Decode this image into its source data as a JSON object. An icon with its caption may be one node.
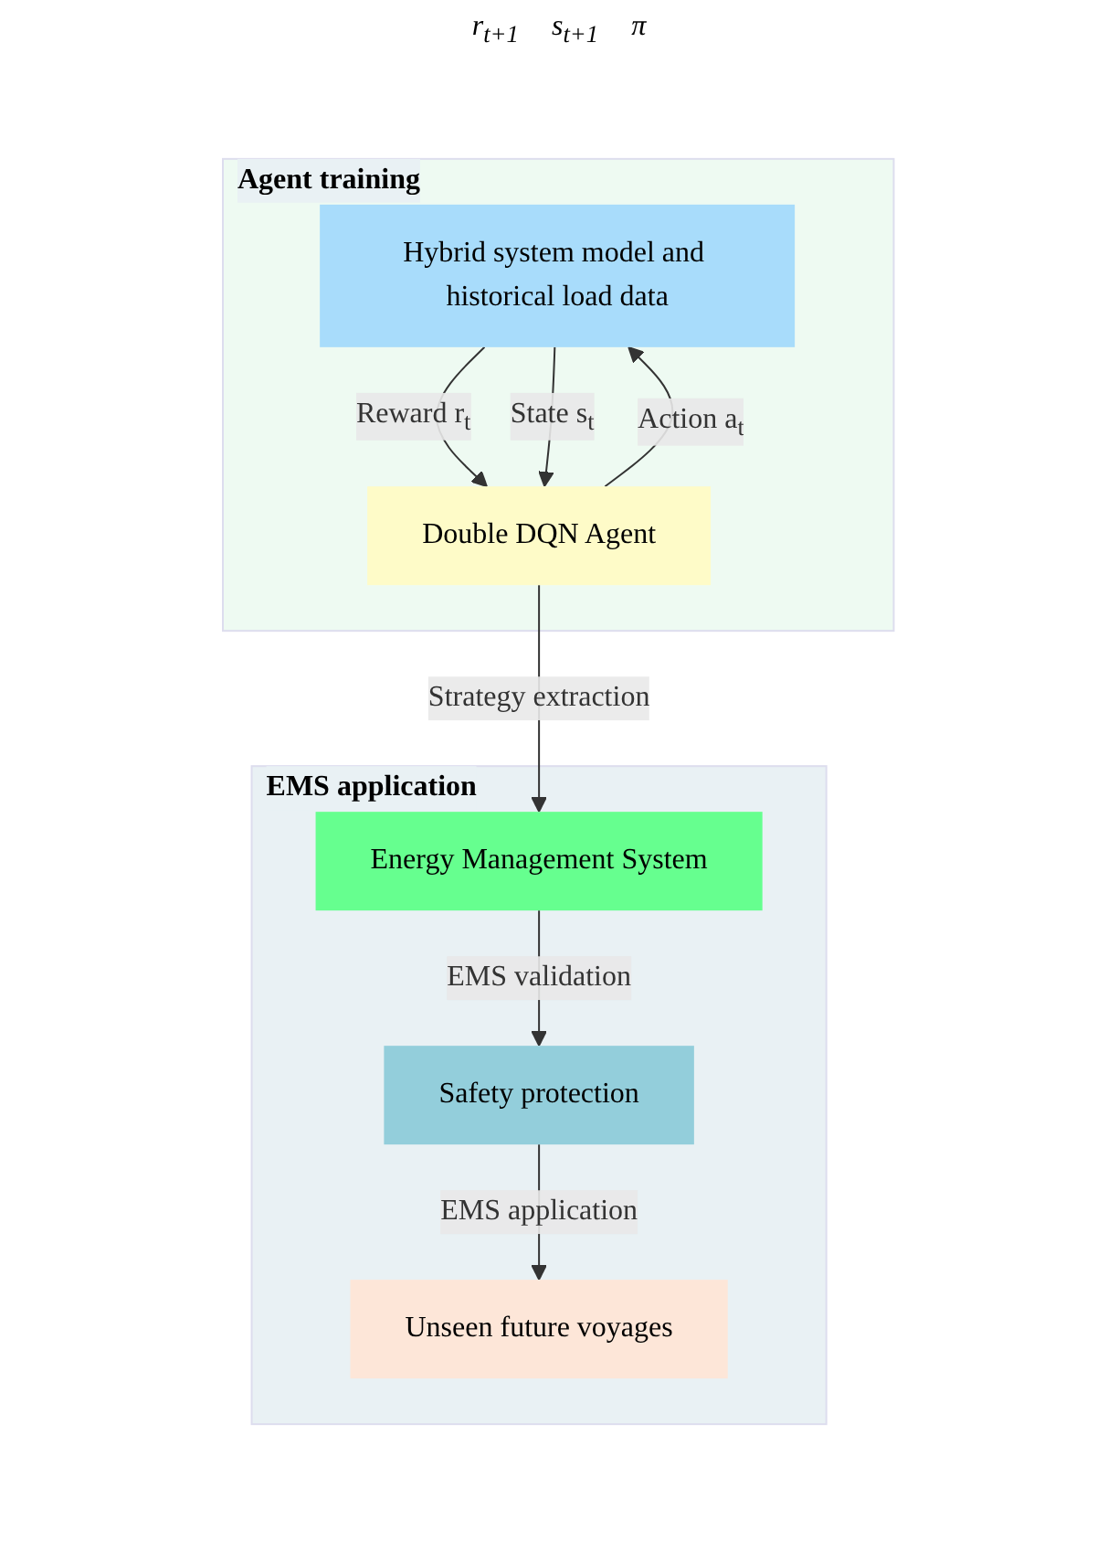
{
  "diagram": {
    "nodes": [
      {
        "text": [
          "Agent training"
        ]
      },
      {
        "text": [
          "Hybrid system model and historical load data"
        ],
        "in": 0
      },
      {
        "text": [
          "Double DQN Agent"
        ],
        "in": 0
      },
      {
        "text": [
          "EMS application"
        ]
      },
      {
        "text": [
          "Energy Management System"
        ],
        "in": 3
      },
      {
        "text": [
          "Safety protection"
        ],
        "in": 3
      },
      {
        "text": [
          "Unseen future voyages"
        ],
        "in": 3
      }
    ],
    "edges": [
      {
        "from": 2,
        "to": 1,
        "arrow": "to",
        "label": "Action a$_{t}$"
      },
      {
        "from": 1,
        "to": 2,
        "arrow": "to",
        "label": "Reward r$_{t}$"
      },
      {
        "from": 1,
        "to": 2,
        "arrow": "to",
        "label": "State s$_{t}$"
      },
      {
        "from": 2,
        "to": 4,
        "arrow": "to",
        "label": "Strategy extraction"
      },
      {
        "from": 4,
        "to": 5,
        "arrow": "to",
        "label": "EMS validation"
      },
      {
        "from": 5,
        "to": 6,
        "arrow": "to",
        "label": "EMS application"
      }
    ],
    "labels": [
      "r$_{t+1}$",
      "s$_{t+1}$",
      "π"
    ]
  }
}
